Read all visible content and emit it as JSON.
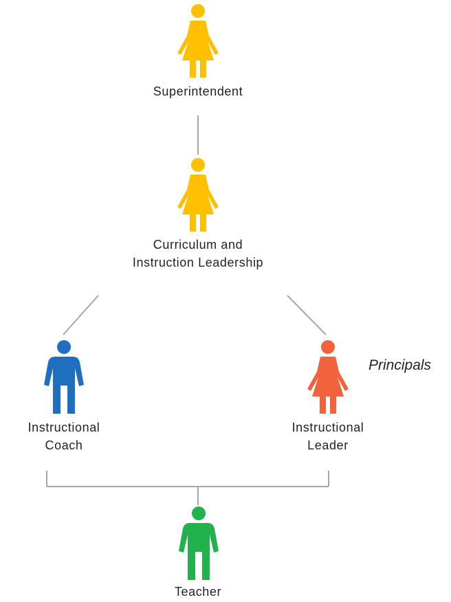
{
  "colors": {
    "connector": "#a6a6a6",
    "superintendent": "#ffc000",
    "curriculum": "#ffc000",
    "coach": "#1f6fc0",
    "leader": "#f0633d",
    "teacher": "#22b14c"
  },
  "nodes": {
    "superintendent": {
      "lines": [
        "Superintendent"
      ],
      "icon": "woman-icon"
    },
    "curriculum": {
      "lines": [
        "Curriculum and",
        "Instruction Leadership"
      ],
      "icon": "woman-icon"
    },
    "coach": {
      "lines": [
        "Instructional",
        "Coach"
      ],
      "icon": "man-icon"
    },
    "leader": {
      "lines": [
        "Instructional",
        "Leader"
      ],
      "icon": "woman-icon"
    },
    "teacher": {
      "lines": [
        "Teacher"
      ],
      "icon": "man-icon"
    }
  },
  "annotation": {
    "text": "Principals"
  }
}
